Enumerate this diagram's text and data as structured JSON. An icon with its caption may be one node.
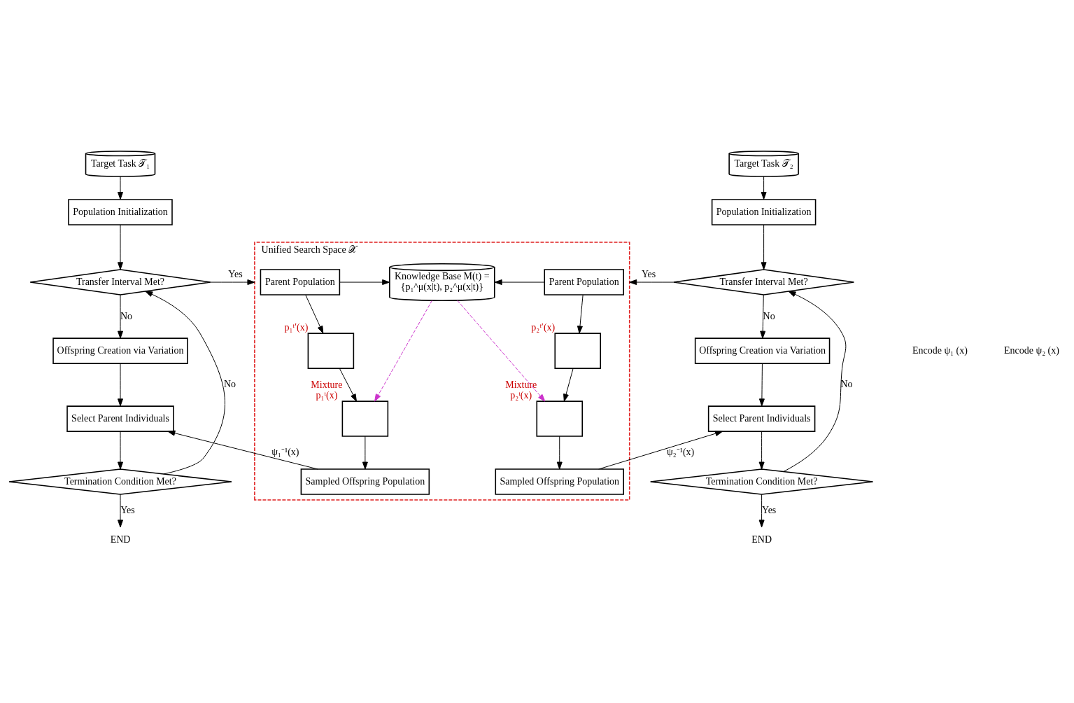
{
  "diagram": {
    "nodes": [
      {
        "text": [
          "Target Task 𝒯₁"
        ]
      },
      {
        "text": [
          "Population Initialization"
        ]
      },
      {
        "text": [
          "Transfer Interval Met?"
        ]
      },
      {
        "text": [
          "Offspring Creation via Variation"
        ]
      },
      {
        "text": [
          "Select Parent Individuals"
        ]
      },
      {
        "text": [
          "Termination Condition Met?"
        ]
      },
      {
        "text": [
          "END"
        ]
      },
      {
        "text": [
          "Unified Search Space 𝒳"
        ]
      },
      {
        "text": [
          "Parent Population"
        ],
        "in": 7
      },
      {
        "text": [
          "Knowledge Base M(t) =",
          "{p₁^μ(x|t), p₂^μ(x|t)}"
        ],
        "in": 7
      },
      {
        "text": [
          "Parent Population"
        ],
        "in": 7
      },
      {
        "text": [],
        "shape": "box",
        "in": 7,
        "beside": [
          "p₁ᵗ′(x)"
        ]
      },
      {
        "text": [],
        "shape": "box",
        "in": 7,
        "beside": [
          "p₂ᵗ′(x)"
        ]
      },
      {
        "text": [],
        "shape": "box",
        "in": 7,
        "beside": [
          "Mixture",
          "p₁ᵗ(x)"
        ]
      },
      {
        "text": [],
        "shape": "box",
        "in": 7,
        "beside": [
          "Mixture",
          "p₂ᵗ(x)"
        ]
      },
      {
        "text": [
          "Sampled Offspring Population"
        ],
        "in": 7
      },
      {
        "text": [
          "Sampled Offspring Population"
        ],
        "in": 7
      },
      {
        "text": [
          "Target Task 𝒯₂"
        ]
      },
      {
        "text": [
          "Population Initialization"
        ]
      },
      {
        "text": [
          "Transfer Interval Met?"
        ]
      },
      {
        "text": [
          "Offspring Creation via Variation"
        ]
      },
      {
        "text": [
          "Select Parent Individuals"
        ]
      },
      {
        "text": [
          "Termination Condition Met?"
        ]
      },
      {
        "text": [
          "END"
        ]
      }
    ],
    "edges": [
      {
        "from": 0,
        "to": 1,
        "arrow": "to"
      },
      {
        "from": 1,
        "to": 2,
        "arrow": "to"
      },
      {
        "from": 2,
        "to": 7,
        "arrow": "to",
        "label": "Yes"
      },
      {
        "from": 2,
        "to": 3,
        "arrow": "to",
        "label": "No"
      },
      {
        "from": 3,
        "to": 4,
        "arrow": "to"
      },
      {
        "from": 4,
        "to": 5,
        "arrow": "to"
      },
      {
        "from": 5,
        "to": 2,
        "arrow": "to",
        "label": "No"
      },
      {
        "from": 5,
        "to": 6,
        "arrow": "to",
        "label": "Yes"
      },
      {
        "from": 8,
        "to": 9,
        "arrow": "to"
      },
      {
        "from": 8,
        "to": 11,
        "arrow": "to"
      },
      {
        "from": 11,
        "to": 13,
        "arrow": "to"
      },
      {
        "from": 13,
        "to": 15,
        "arrow": "to"
      },
      {
        "from": 15,
        "to": 4,
        "arrow": "to",
        "label": "ψ₁⁻¹(x)"
      },
      {
        "from": 10,
        "to": 9,
        "arrow": "to"
      },
      {
        "from": 10,
        "to": 12,
        "arrow": "to"
      },
      {
        "from": 12,
        "to": 14,
        "arrow": "to"
      },
      {
        "from": 14,
        "to": 16,
        "arrow": "to"
      },
      {
        "from": 16,
        "to": 21,
        "arrow": "to",
        "label": "ψ₂⁻¹(x)"
      },
      {
        "from": 9,
        "to": 13,
        "arrow": "to",
        "style": "dashed",
        "color": "#cc33cc"
      },
      {
        "from": 9,
        "to": 14,
        "arrow": "to",
        "style": "dashed",
        "color": "#cc33cc"
      },
      {
        "from": 17,
        "to": 18,
        "arrow": "to"
      },
      {
        "from": 18,
        "to": 19,
        "arrow": "to"
      },
      {
        "from": 19,
        "to": 7,
        "arrow": "to",
        "label": "Yes"
      },
      {
        "from": 19,
        "to": 20,
        "arrow": "to",
        "label": "No"
      },
      {
        "from": 20,
        "to": 21,
        "arrow": "to"
      },
      {
        "from": 21,
        "to": 22,
        "arrow": "to"
      },
      {
        "from": 22,
        "to": 19,
        "arrow": "to",
        "label": "No"
      },
      {
        "from": 22,
        "to": 23,
        "arrow": "to",
        "label": "Yes"
      }
    ],
    "labels": [
      "Encode ψ₁ (x)",
      "Encode ψ₂ (x)"
    ]
  }
}
